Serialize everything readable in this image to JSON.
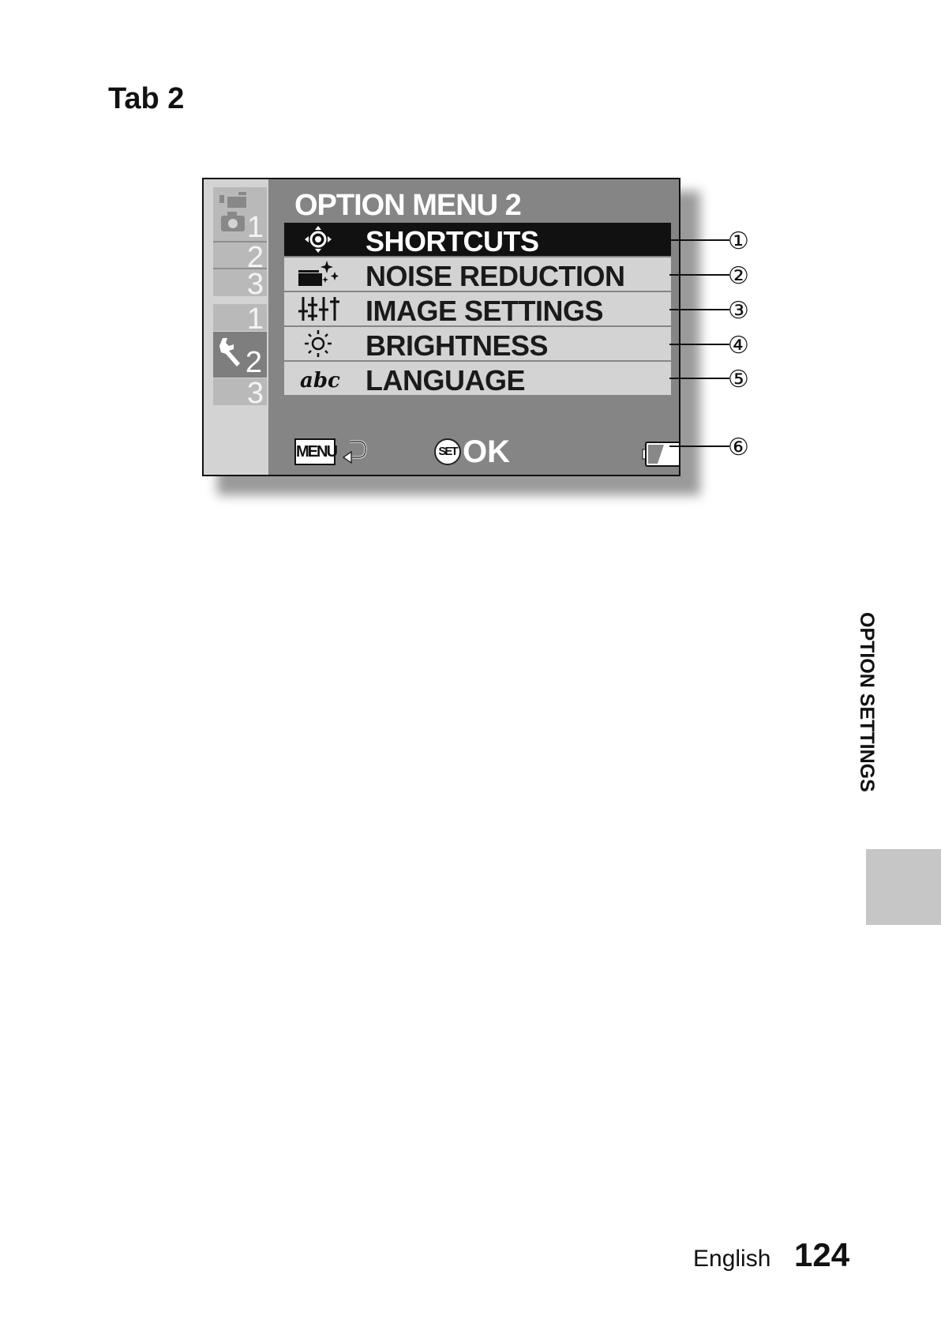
{
  "page": {
    "heading": "Tab 2",
    "side_label": "OPTION SETTINGS",
    "footer_language": "English",
    "page_number": "124"
  },
  "screen": {
    "menu_title": "OPTION MENU 2",
    "left_tabs": {
      "group_shooting": [
        "1",
        "2",
        "3"
      ],
      "group_setup": [
        "1",
        "2",
        "3"
      ],
      "selected_group": "setup",
      "selected_tab": "2"
    },
    "items": [
      {
        "label": "SHORTCUTS",
        "icon": "shortcut-dpad-icon",
        "callout": "①",
        "selected": true
      },
      {
        "label": "NOISE REDUCTION",
        "icon": "noise-reduction-icon",
        "callout": "②",
        "selected": false
      },
      {
        "label": "IMAGE SETTINGS",
        "icon": "image-settings-sliders-icon",
        "callout": "③",
        "selected": false
      },
      {
        "label": "BRIGHTNESS",
        "icon": "sun-icon",
        "callout": "④",
        "selected": false
      },
      {
        "label": "LANGUAGE",
        "icon": "abc-language-icon",
        "callout": "⑤",
        "selected": false
      }
    ],
    "bottom": {
      "menu_button": "MENU",
      "set_button": "SET",
      "ok_label": "OK",
      "battery_callout": "⑥"
    }
  },
  "colors": {
    "screen_bg": "#858585",
    "item_bg": "#d3d3d3",
    "selected_bg": "#111111",
    "side_tab": "#c6c6c6"
  }
}
